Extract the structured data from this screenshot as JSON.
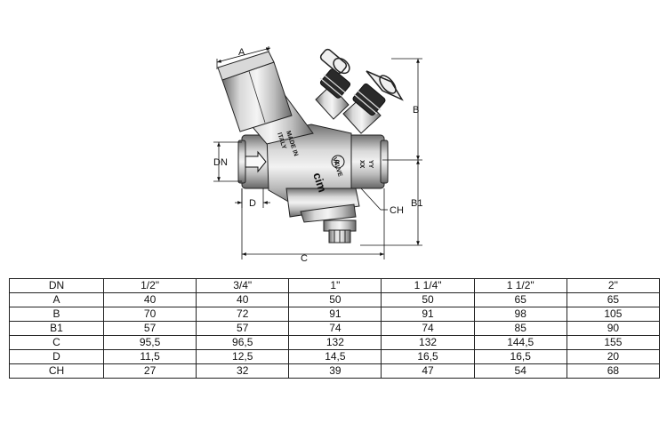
{
  "drawing": {
    "dimension_labels": {
      "A": "A",
      "B": "B",
      "B1": "B1",
      "DN": "DN",
      "D": "D",
      "C": "C",
      "CH": "CH"
    },
    "body_markings": {
      "made_in": "MADE IN",
      "italy": "ITALY",
      "brand": "cim",
      "valve": "VALVE",
      "logo": "R",
      "code_xx": "XX",
      "code_yy": "YY"
    }
  },
  "table": {
    "rows": [
      {
        "label": "DN",
        "values": [
          "1/2\"",
          "3/4\"",
          "1\"",
          "1 1/4\"",
          "1 1/2\"",
          "2\""
        ]
      },
      {
        "label": "A",
        "values": [
          "40",
          "40",
          "50",
          "50",
          "65",
          "65"
        ]
      },
      {
        "label": "B",
        "values": [
          "70",
          "72",
          "91",
          "91",
          "98",
          "105"
        ]
      },
      {
        "label": "B1",
        "values": [
          "57",
          "57",
          "74",
          "74",
          "85",
          "90"
        ]
      },
      {
        "label": "C",
        "values": [
          "95,5",
          "96,5",
          "132",
          "132",
          "144,5",
          "155"
        ]
      },
      {
        "label": "D",
        "values": [
          "11,5",
          "12,5",
          "14,5",
          "16,5",
          "16,5",
          "20"
        ]
      },
      {
        "label": "CH",
        "values": [
          "27",
          "32",
          "39",
          "47",
          "54",
          "68"
        ]
      }
    ]
  }
}
